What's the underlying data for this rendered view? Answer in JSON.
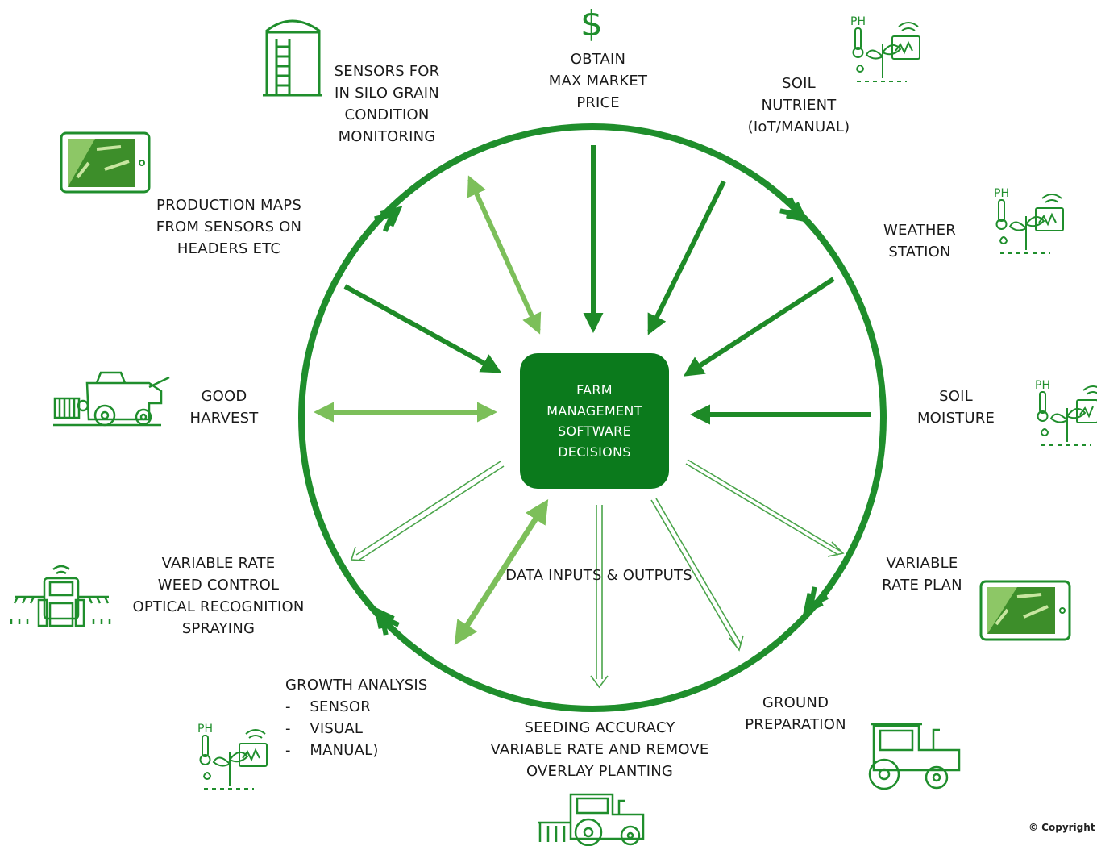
{
  "colors": {
    "dark_green": "#0b7a1c",
    "mid_green": "#2a8f33",
    "light_green": "#7cbf5a",
    "icon_green": "#1f8e2c"
  },
  "center": {
    "lines": [
      "FARM",
      "MANAGEMENT",
      "SOFTWARE",
      "DECISIONS"
    ]
  },
  "inner_label": "DATA INPUTS & OUTPUTS",
  "nodes": [
    {
      "id": "market-price",
      "lines": [
        "OBTAIN",
        "MAX MARKET",
        "PRICE"
      ],
      "icon": "dollar-icon",
      "icon_text": "$"
    },
    {
      "id": "soil-nutrient",
      "lines": [
        "SOIL",
        "NUTRIENT",
        "(IoT/MANUAL)"
      ],
      "icon": "soil-sensor-icon"
    },
    {
      "id": "weather-station",
      "lines": [
        "WEATHER",
        "STATION"
      ],
      "icon": "soil-sensor-icon"
    },
    {
      "id": "soil-moisture",
      "lines": [
        "SOIL",
        "MOISTURE"
      ],
      "icon": "soil-sensor-icon"
    },
    {
      "id": "variable-rate-plan",
      "lines": [
        "VARIABLE",
        "RATE PLAN"
      ],
      "icon": "tablet-map-icon"
    },
    {
      "id": "ground-preparation",
      "lines": [
        "GROUND",
        "PREPARATION"
      ],
      "icon": "tractor-icon"
    },
    {
      "id": "seeding-accuracy",
      "lines": [
        "SEEDING ACCURACY",
        "VARIABLE RATE AND REMOVE",
        "OVERLAY PLANTING"
      ],
      "icon": "seeding-tractor-icon"
    },
    {
      "id": "growth-analysis",
      "lines": [
        "GROWTH ANALYSIS",
        "-    SENSOR",
        "-    VISUAL",
        "-    MANUAL)"
      ],
      "icon": "soil-sensor-icon"
    },
    {
      "id": "weed-control",
      "lines": [
        "VARIABLE RATE",
        "WEED CONTROL",
        "OPTICAL RECOGNITION",
        "SPRAYING"
      ],
      "icon": "sprayer-icon"
    },
    {
      "id": "good-harvest",
      "lines": [
        "GOOD",
        "HARVEST"
      ],
      "icon": "combine-harvester-icon"
    },
    {
      "id": "production-maps",
      "lines": [
        "PRODUCTION MAPS",
        "FROM SENSORS ON",
        "HEADERS ETC"
      ],
      "icon": "tablet-map-icon"
    },
    {
      "id": "silo-sensors",
      "lines": [
        "SENSORS FOR",
        "IN SILO GRAIN",
        "CONDITION",
        "MONITORING"
      ],
      "icon": "silo-icon"
    }
  ],
  "ph_label": "PH",
  "copyright": "© Copyright"
}
